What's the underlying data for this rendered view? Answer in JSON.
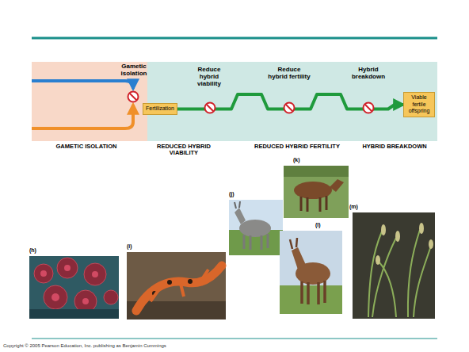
{
  "diagram": {
    "nodes": [
      {
        "text": [
          "Fertilization"
        ]
      },
      {
        "text": [
          "Viable fertile offspring"
        ]
      }
    ],
    "edges": [
      {
        "from": 0,
        "to": 1,
        "arrow": "to"
      }
    ],
    "labels": [
      "Gametic isolation",
      "Reduce hybrid viability",
      "Reduce hybrid fertility",
      "Hybrid breakdown",
      "GAMETIC ISOLATION",
      "REDUCED HYBRID VIABILITY",
      "REDUCED HYBRID FERTILITY",
      "HYBRID BREAKDOWN",
      "(h)",
      "(i)",
      "(j)",
      "(k)",
      "(l)",
      "(m)",
      "Copyright © 2005 Pearson Education, Inc. publishing as Benjamin Cummings"
    ]
  }
}
